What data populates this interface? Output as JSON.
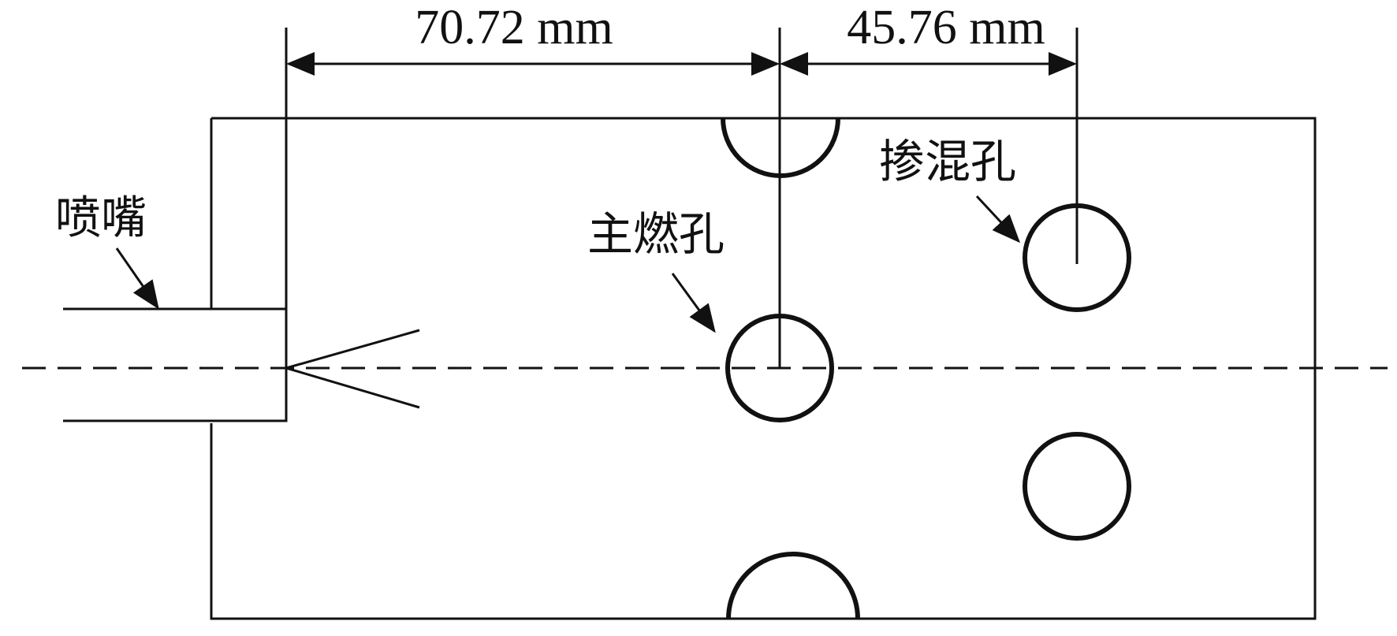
{
  "dimensions": {
    "main_hole_distance": "70.72 mm",
    "dilution_hole_distance": "45.76 mm"
  },
  "labels": {
    "nozzle": "喷嘴",
    "main_combustion_hole": "主燃孔",
    "dilution_hole": "掺混孔"
  },
  "colors": {
    "stroke": "#111111",
    "background": "#ffffff"
  }
}
